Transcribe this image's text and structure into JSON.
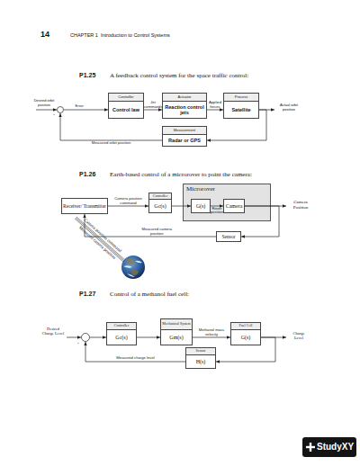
{
  "diagram": {
    "nodes": [
      {
        "text": [
          "-"
        ]
      },
      {
        "text": [
          "Controller",
          "Control law"
        ]
      },
      {
        "text": [
          "Actuator",
          "Reaction control jets"
        ]
      },
      {
        "text": [
          "Process",
          "Satellite"
        ]
      },
      {
        "text": [
          "Measurement",
          "Radar or GPS"
        ]
      },
      {
        "text": [
          "Receiver/ Transmitter"
        ]
      },
      {
        "text": [
          "Controller",
          "Gc(s)"
        ]
      },
      {
        "text": [
          "Microrover"
        ]
      },
      {
        "text": [
          "G(s)"
        ],
        "in": 7
      },
      {
        "text": [
          "Camera"
        ],
        "in": 7
      },
      {
        "text": [
          "Sensor"
        ]
      },
      {
        "text": [
          "-"
        ]
      },
      {
        "text": [
          "Controller",
          "Gc(s)"
        ]
      },
      {
        "text": [
          "Mechanical System",
          "Gm(s)"
        ]
      },
      {
        "text": [
          "Fuel Cell",
          "G(s)"
        ]
      },
      {
        "text": [
          "Sensor",
          "H(s)"
        ]
      }
    ],
    "edges": [
      {
        "from": 0,
        "to": 1,
        "arrow": "to",
        "label": "Error"
      },
      {
        "from": 1,
        "to": 2,
        "arrow": "to",
        "label": "Jet commands"
      },
      {
        "from": 2,
        "to": 3,
        "arrow": "to",
        "label": "Applied forces"
      },
      {
        "from": 3,
        "to": 4,
        "arrow": "to"
      },
      {
        "from": 4,
        "to": 0,
        "arrow": "to",
        "label": "Measured orbit position"
      },
      {
        "from": 5,
        "to": 6,
        "arrow": "to",
        "label": "Camera position command"
      },
      {
        "from": 6,
        "to": 8,
        "arrow": "to"
      },
      {
        "from": 8,
        "to": 9,
        "arrow": "to",
        "label": "Rover position"
      },
      {
        "from": 9,
        "to": 10,
        "arrow": "to"
      },
      {
        "from": 10,
        "to": 5,
        "arrow": "to",
        "label": "Measured camera position"
      },
      {
        "from": 11,
        "to": 12,
        "arrow": "to"
      },
      {
        "from": 12,
        "to": 13,
        "arrow": "to"
      },
      {
        "from": 13,
        "to": 14,
        "arrow": "to",
        "label": "Methanol mass velocity"
      },
      {
        "from": 14,
        "to": 15,
        "arrow": "to"
      },
      {
        "from": 15,
        "to": 11,
        "arrow": "to",
        "label": "Measured charge level"
      }
    ],
    "labels": [
      "14",
      "CHAPTER 1",
      "Introduction to Control Systems",
      "P1.25",
      "A feedback control system for the space traffic control:",
      "Desired orbit position",
      "Actual orbit position",
      "P1.26",
      "Earth-based control of a microrover to point the camera:",
      "Camera Position",
      "Camera position command",
      "Measured camera position",
      "P1.27",
      "Control of a methanol fuel cell:",
      "Desired Charge Level",
      "Charge Level",
      "StudyXY"
    ]
  }
}
